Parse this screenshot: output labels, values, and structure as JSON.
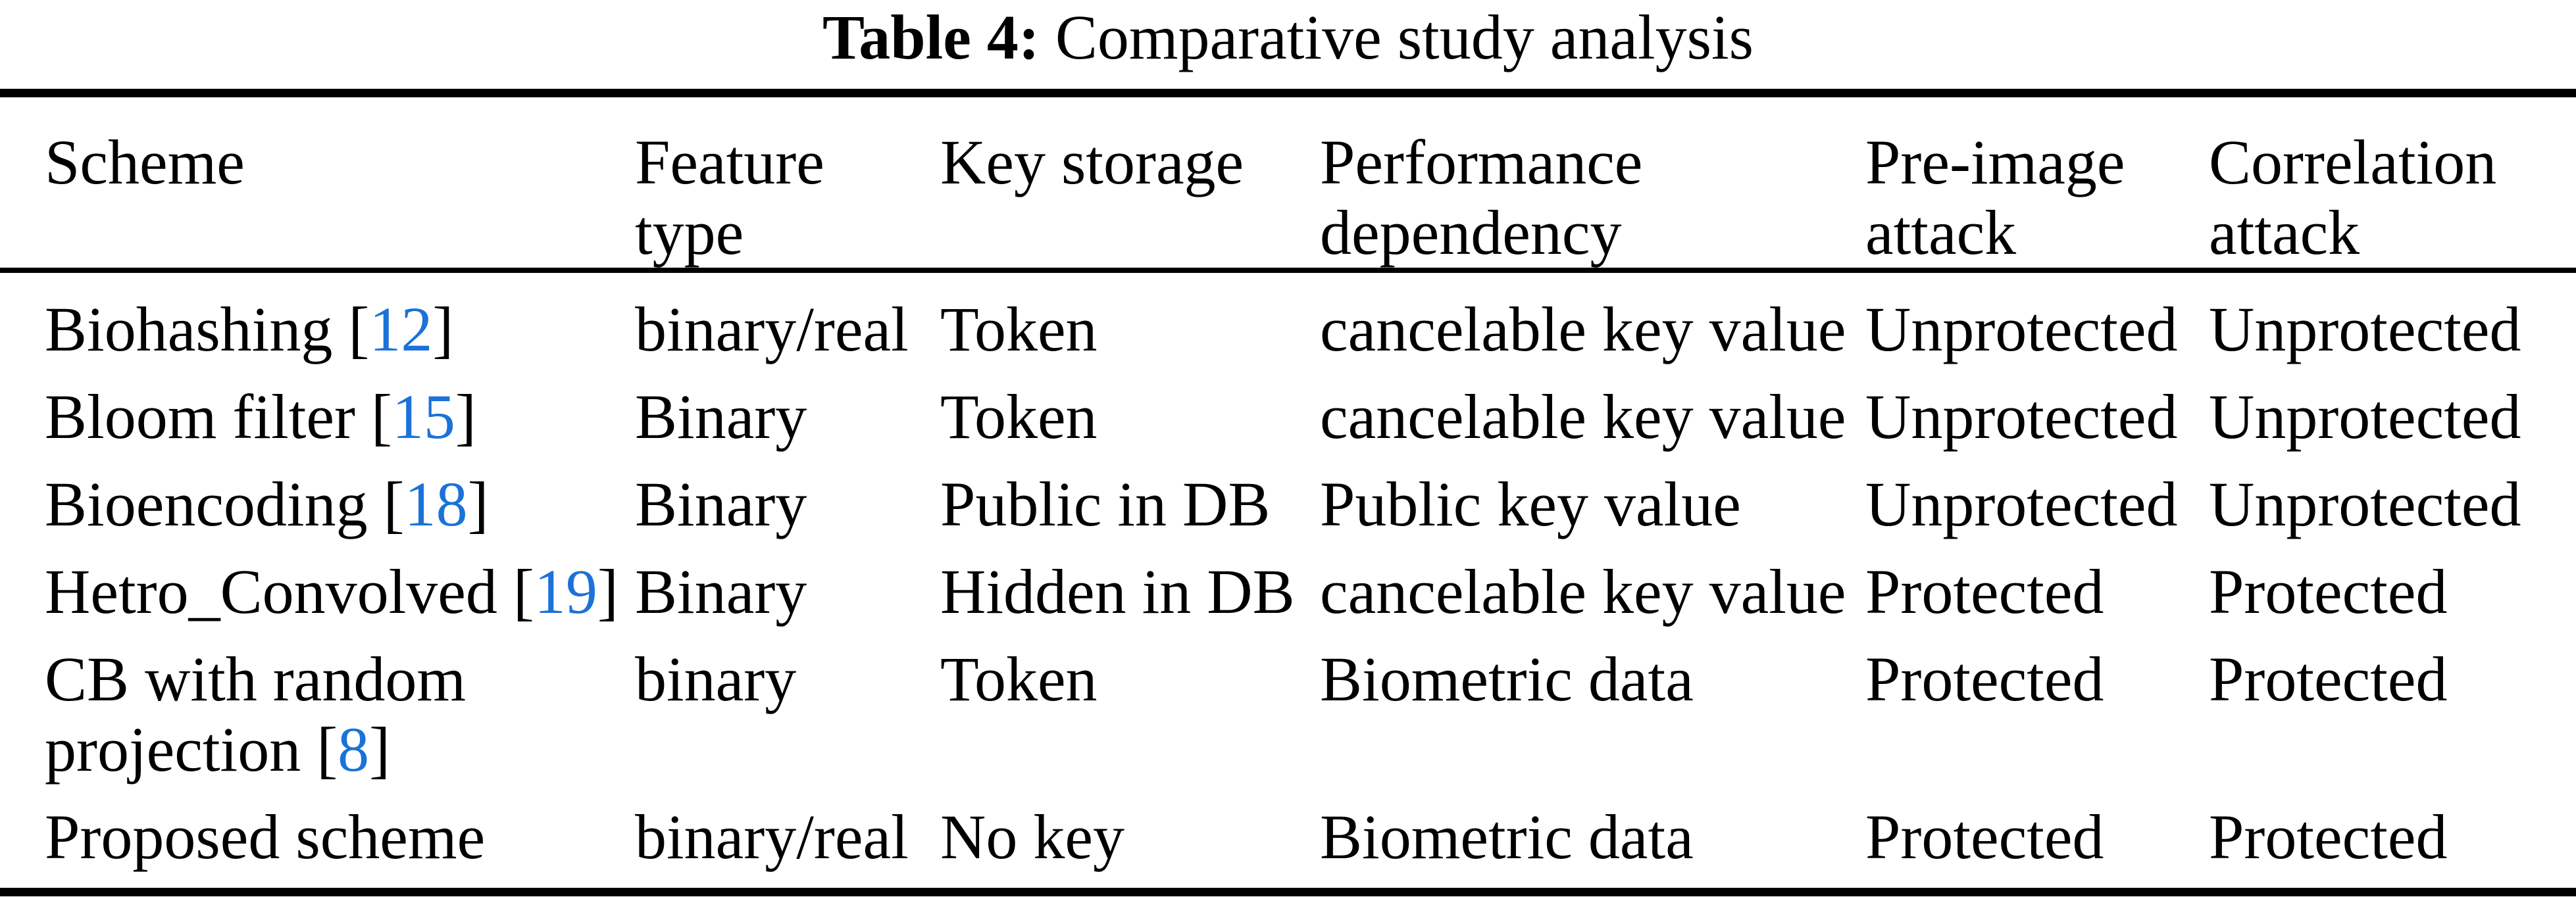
{
  "colors": {
    "background": "#ffffff",
    "text": "#000000",
    "citation": "#1b72d8"
  },
  "caption": {
    "label": "Table 4:",
    "text": "Comparative study analysis"
  },
  "table": {
    "headers": [
      "Scheme",
      "Feature type",
      "Key storage",
      "Performance dependency",
      "Pre-image attack",
      "Correlation attack"
    ],
    "rows": [
      {
        "scheme": {
          "pre": "Biohashing [",
          "cite": "12",
          "post": "]"
        },
        "feature_type": "binary/real",
        "key_storage": "Token",
        "performance_dependency": "cancelable key value",
        "pre_image_attack": "Unprotected",
        "correlation_attack": "Unprotected"
      },
      {
        "scheme": {
          "pre": "Bloom filter [",
          "cite": "15",
          "post": "]"
        },
        "feature_type": "Binary",
        "key_storage": "Token",
        "performance_dependency": "cancelable key value",
        "pre_image_attack": "Unprotected",
        "correlation_attack": "Unprotected"
      },
      {
        "scheme": {
          "pre": "Bioencoding [",
          "cite": "18",
          "post": "]"
        },
        "feature_type": "Binary",
        "key_storage": "Public in DB",
        "performance_dependency": "Public key value",
        "pre_image_attack": "Unprotected",
        "correlation_attack": "Unprotected"
      },
      {
        "scheme": {
          "pre": "Hetro_Convolved [",
          "cite": "19",
          "post": "]"
        },
        "feature_type": "Binary",
        "key_storage": "Hidden in DB",
        "performance_dependency": "cancelable key value",
        "pre_image_attack": "Protected",
        "correlation_attack": "Protected"
      },
      {
        "scheme": {
          "pre": "CB with random projection [",
          "cite": "8",
          "post": "]"
        },
        "feature_type": "binary",
        "key_storage": "Token",
        "performance_dependency": "Biometric data",
        "pre_image_attack": "Protected",
        "correlation_attack": "Protected"
      },
      {
        "scheme": {
          "pre": "Proposed scheme",
          "cite": "",
          "post": ""
        },
        "feature_type": "binary/real",
        "key_storage": "No key",
        "performance_dependency": "Biometric data",
        "pre_image_attack": "Protected",
        "correlation_attack": "Protected"
      }
    ]
  }
}
